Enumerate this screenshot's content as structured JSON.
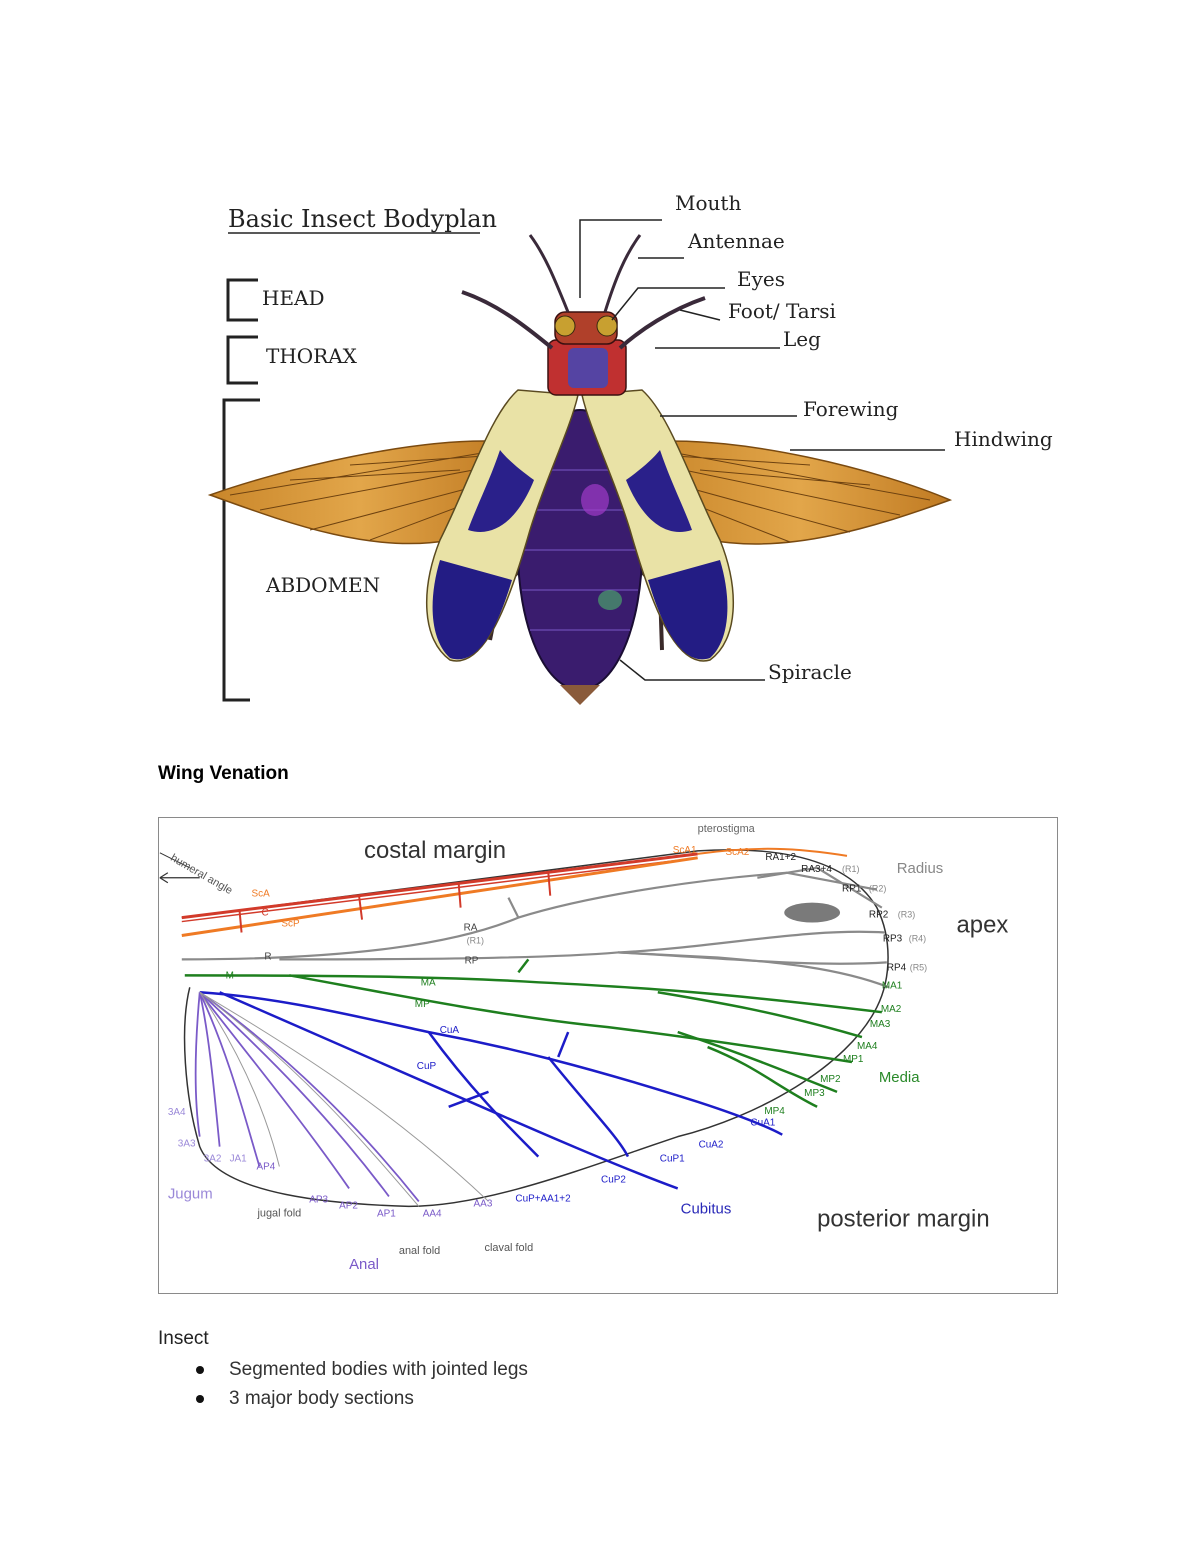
{
  "bodyplan": {
    "title": "Basic Insect Bodyplan",
    "sections": [
      "HEAD",
      "THORAX",
      "ABDOMEN"
    ],
    "labels": {
      "mouth": "Mouth",
      "antennae": "Antennae",
      "eyes": "Eyes",
      "foot": "Foot/ Tarsi",
      "leg": "Leg",
      "forewing": "Forewing",
      "hindwing": "Hindwing",
      "spiracle": "Spiracle"
    }
  },
  "section_heading": "Wing Venation",
  "venation": {
    "costal_margin": "costal margin",
    "posterior_margin": "posterior margin",
    "apex": "apex",
    "pterostigma": "pterostigma",
    "humeral_angle": "humeral angle",
    "groups": {
      "radius": "Radius",
      "media": "Media",
      "cubitus": "Cubitus",
      "anal": "Anal",
      "jugum": "Jugum"
    },
    "folds": {
      "jugal": "jugal fold",
      "anal": "anal fold",
      "claval": "claval fold"
    },
    "veins": {
      "sca": "ScA",
      "c": "C",
      "scp": "ScP",
      "r": "R",
      "m": "M",
      "ra": "RA",
      "ra_alt": "(R1)",
      "rp": "RP",
      "ma": "MA",
      "mp": "MP",
      "cua": "CuA",
      "cup": "CuP",
      "sca1": "ScA1",
      "sca2": "ScA2",
      "ra12": "RA1+2",
      "ra34": "RA3+4",
      "ra34_alt": "(R1)",
      "rp1": "RP1",
      "rp1_alt": "(R2)",
      "rp2": "RP2",
      "rp2_alt": "(R3)",
      "rp3": "RP3",
      "rp3_alt": "(R4)",
      "rp4": "RP4",
      "rp4_alt": "(R5)",
      "ma1": "MA1",
      "ma2": "MA2",
      "ma3": "MA3",
      "ma4": "MA4",
      "mp1": "MP1",
      "mp2": "MP2",
      "mp3": "MP3",
      "mp4": "MP4",
      "cua1": "CuA1",
      "cua2": "CuA2",
      "cup1": "CuP1",
      "cup2": "CuP2",
      "cupaa": "CuP+AA1+2",
      "aa3": "AA3",
      "aa4": "AA4",
      "ap1": "AP1",
      "ap2": "AP2",
      "ap3": "AP3",
      "ap4": "AP4",
      "ja1": "JA1",
      "ja2": "3A2",
      "ja3": "3A3",
      "ja4": "3A4"
    }
  },
  "insect": {
    "heading": "Insect",
    "bullets": [
      "Segmented bodies with jointed legs",
      "3 major body sections"
    ]
  }
}
